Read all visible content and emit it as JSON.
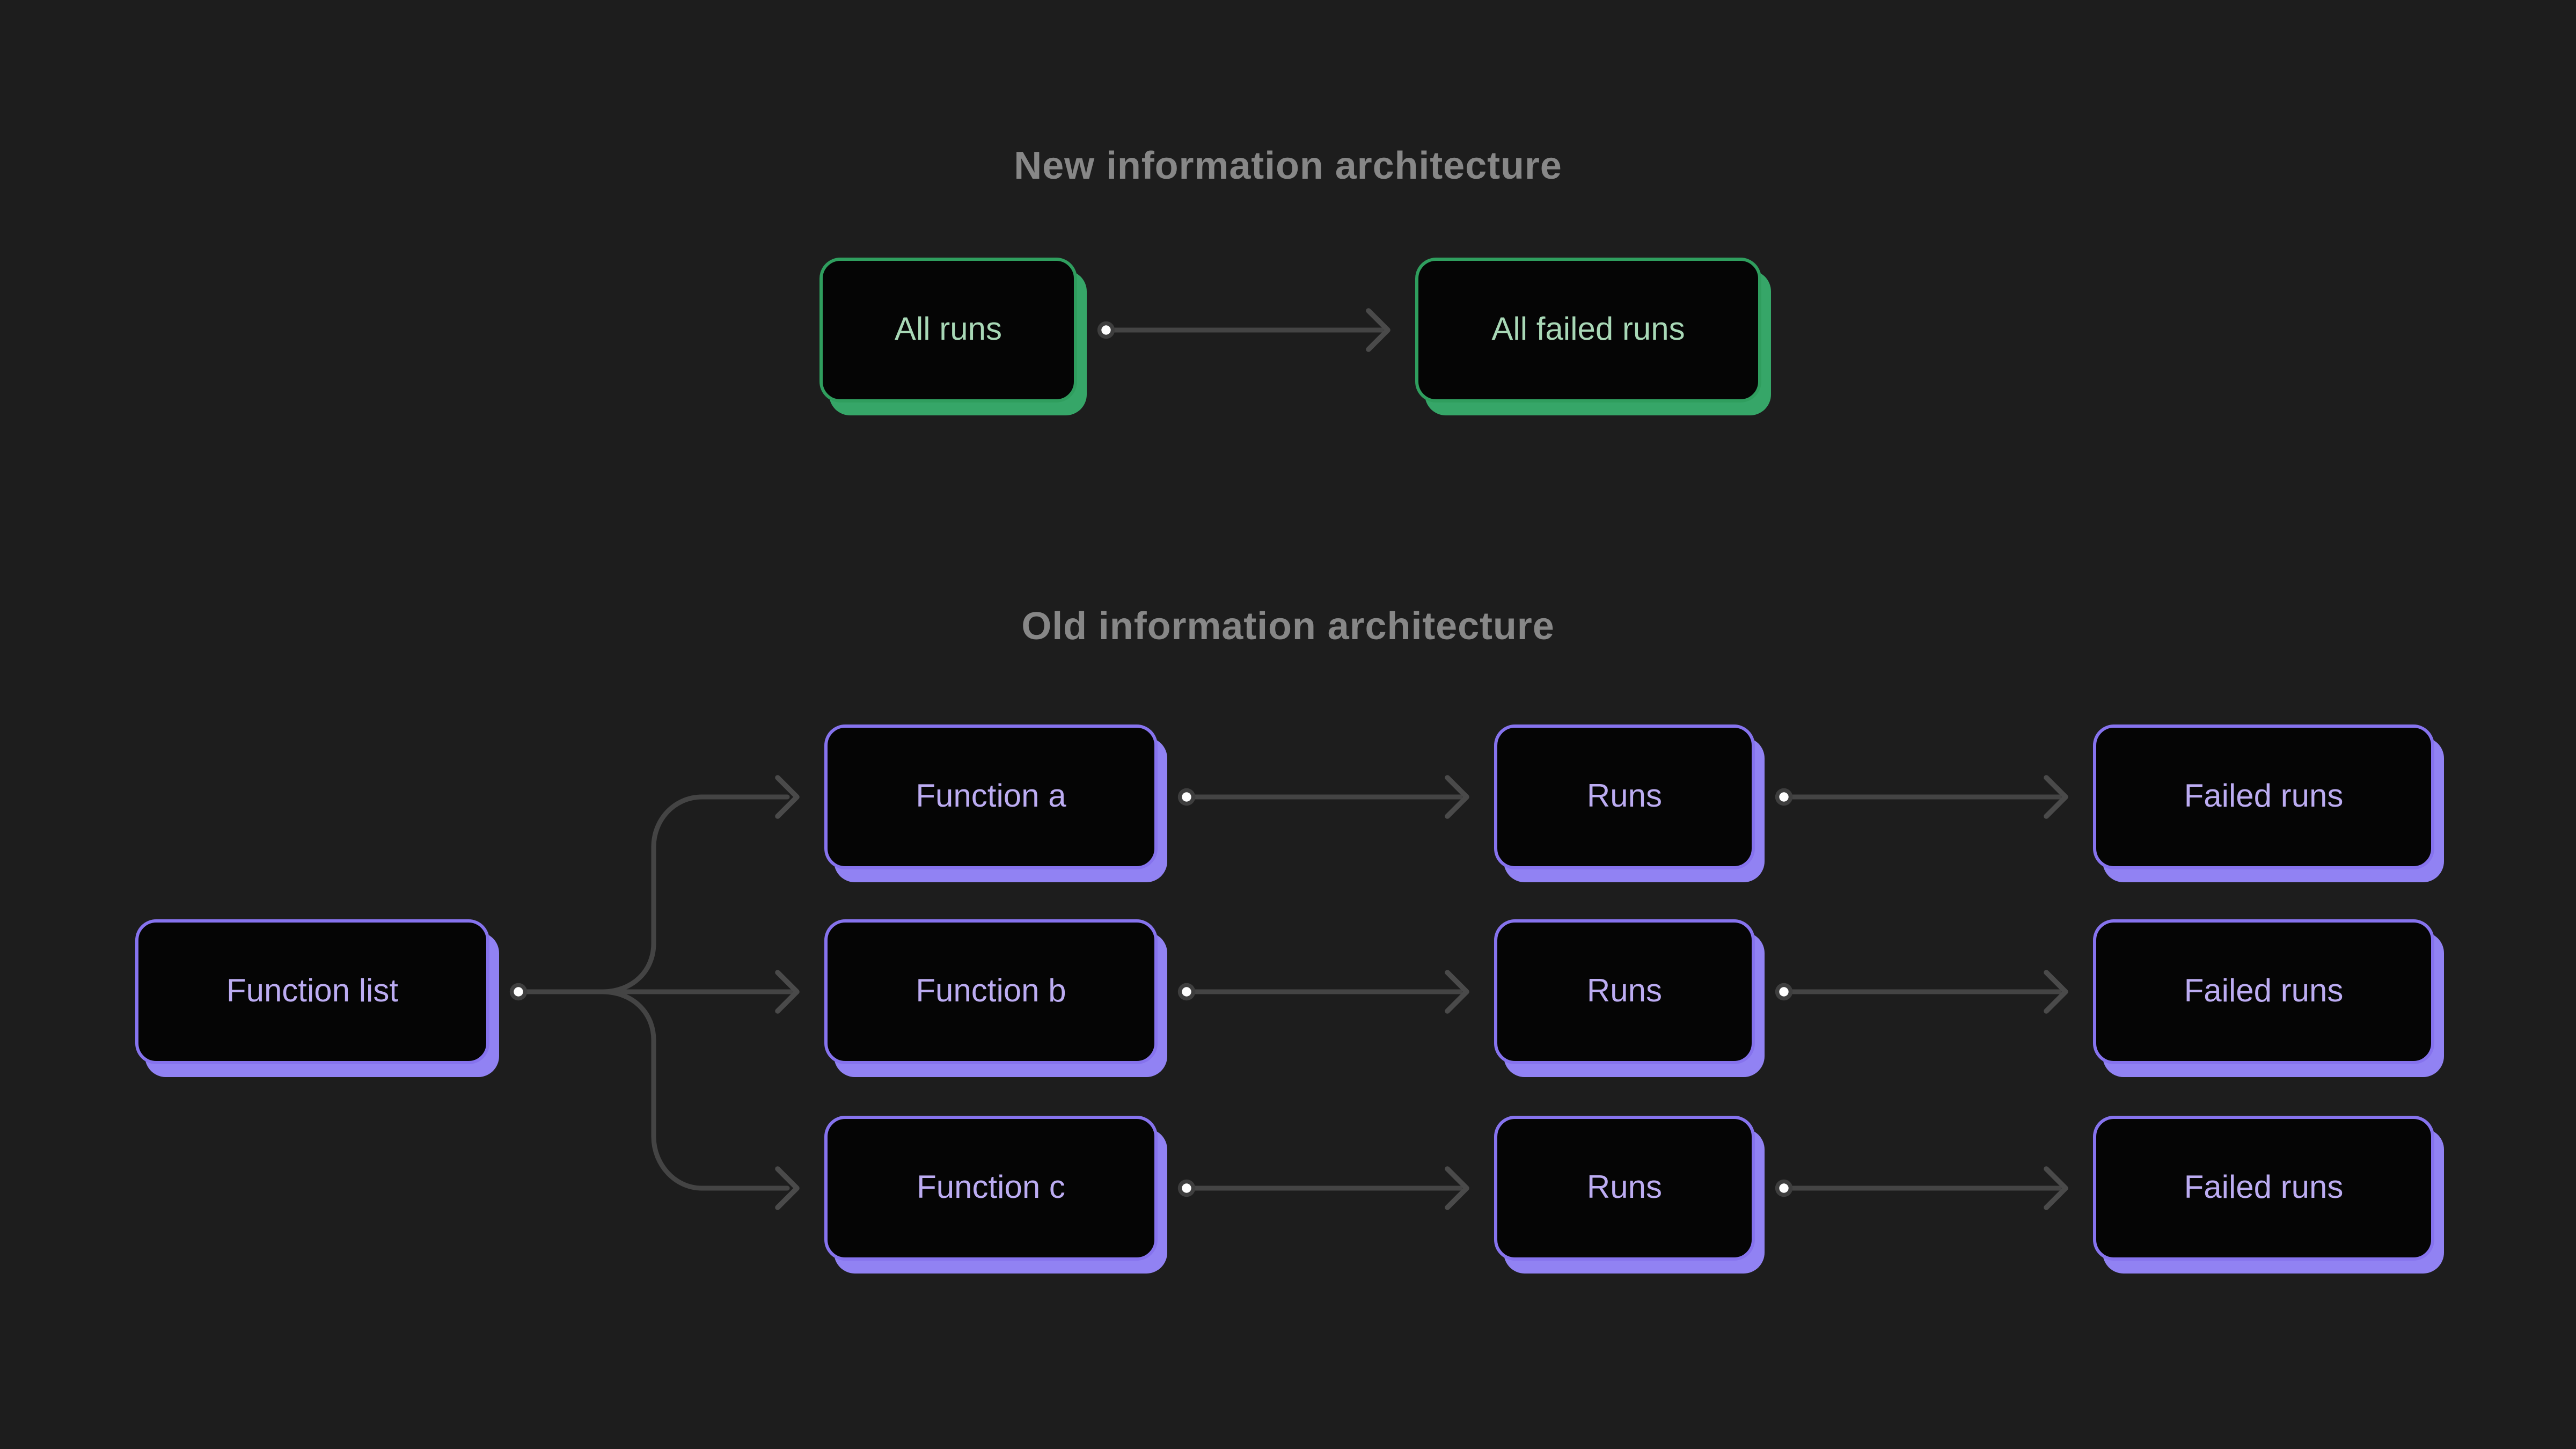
{
  "sections": {
    "new": {
      "title": "New information architecture",
      "nodes": [
        {
          "id": "all-runs",
          "label": "All runs"
        },
        {
          "id": "all-failed-runs",
          "label": "All failed runs"
        }
      ],
      "edges": [
        {
          "from": "all-runs",
          "to": "all-failed-runs"
        }
      ]
    },
    "old": {
      "title": "Old information architecture",
      "nodes": [
        {
          "id": "function-list",
          "label": "Function list"
        },
        {
          "id": "function-a",
          "label": "Function a"
        },
        {
          "id": "function-b",
          "label": "Function b"
        },
        {
          "id": "function-c",
          "label": "Function c"
        },
        {
          "id": "runs-a",
          "label": "Runs"
        },
        {
          "id": "runs-b",
          "label": "Runs"
        },
        {
          "id": "runs-c",
          "label": "Runs"
        },
        {
          "id": "failed-runs-a",
          "label": "Failed runs"
        },
        {
          "id": "failed-runs-b",
          "label": "Failed runs"
        },
        {
          "id": "failed-runs-c",
          "label": "Failed runs"
        }
      ],
      "edges": [
        {
          "from": "function-list",
          "to": "function-a"
        },
        {
          "from": "function-list",
          "to": "function-b"
        },
        {
          "from": "function-list",
          "to": "function-c"
        },
        {
          "from": "function-a",
          "to": "runs-a"
        },
        {
          "from": "function-b",
          "to": "runs-b"
        },
        {
          "from": "function-c",
          "to": "runs-c"
        },
        {
          "from": "runs-a",
          "to": "failed-runs-a"
        },
        {
          "from": "runs-b",
          "to": "failed-runs-b"
        },
        {
          "from": "runs-c",
          "to": "failed-runs-c"
        }
      ]
    }
  },
  "colors": {
    "bg": "#1d1d1d",
    "node-fill": "#050505",
    "green-border": "#2f9e5e",
    "green-shadow": "#36a668",
    "green-text": "#a8d8b6",
    "purple-border": "#8673ee",
    "purple-shadow": "#9182f3",
    "purple-text": "#bcacf2",
    "wire": "#444444",
    "wire-arrow": "#4a4a4a",
    "dot-ring": "#3e3e3e",
    "dot-core": "#ffffff",
    "title": "#878787"
  }
}
